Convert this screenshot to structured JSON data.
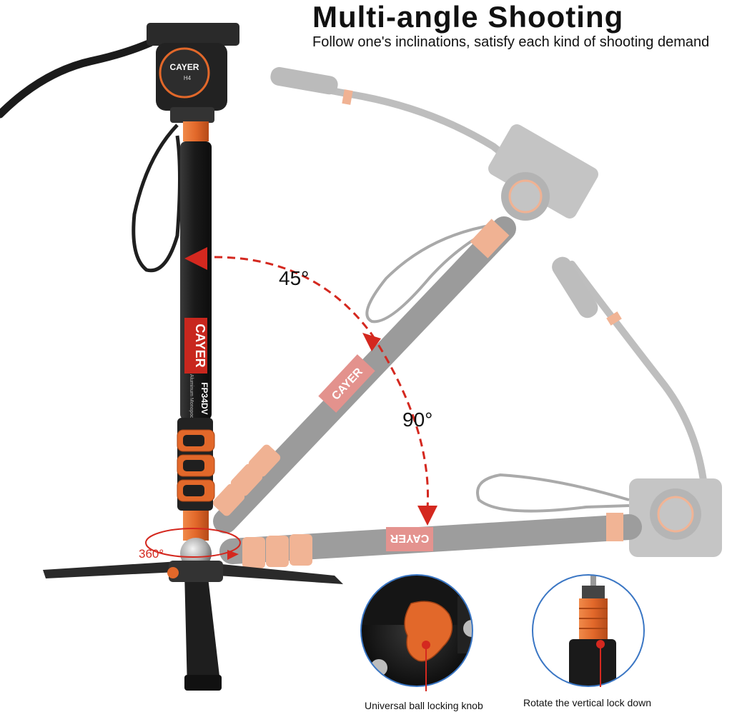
{
  "header": {
    "title": "Multi-angle Shooting",
    "subtitle": "Follow one's inclinations, satisfy each kind of shooting demand"
  },
  "angles": {
    "a45": "45°",
    "a90": "90°",
    "a360": "360°"
  },
  "brand": {
    "logo": "CAYER",
    "model": "FP34DV",
    "head_model": "H4",
    "tagline": "Aluminum Monopod"
  },
  "callouts": {
    "knob": "Universal ball locking knob",
    "lock": "Rotate the vertical lock down"
  },
  "colors": {
    "accent_orange": "#e2682a",
    "arrow_red": "#d4281f",
    "body_black": "#1b1b1b",
    "ghost_gray": "#9a9a9a"
  }
}
